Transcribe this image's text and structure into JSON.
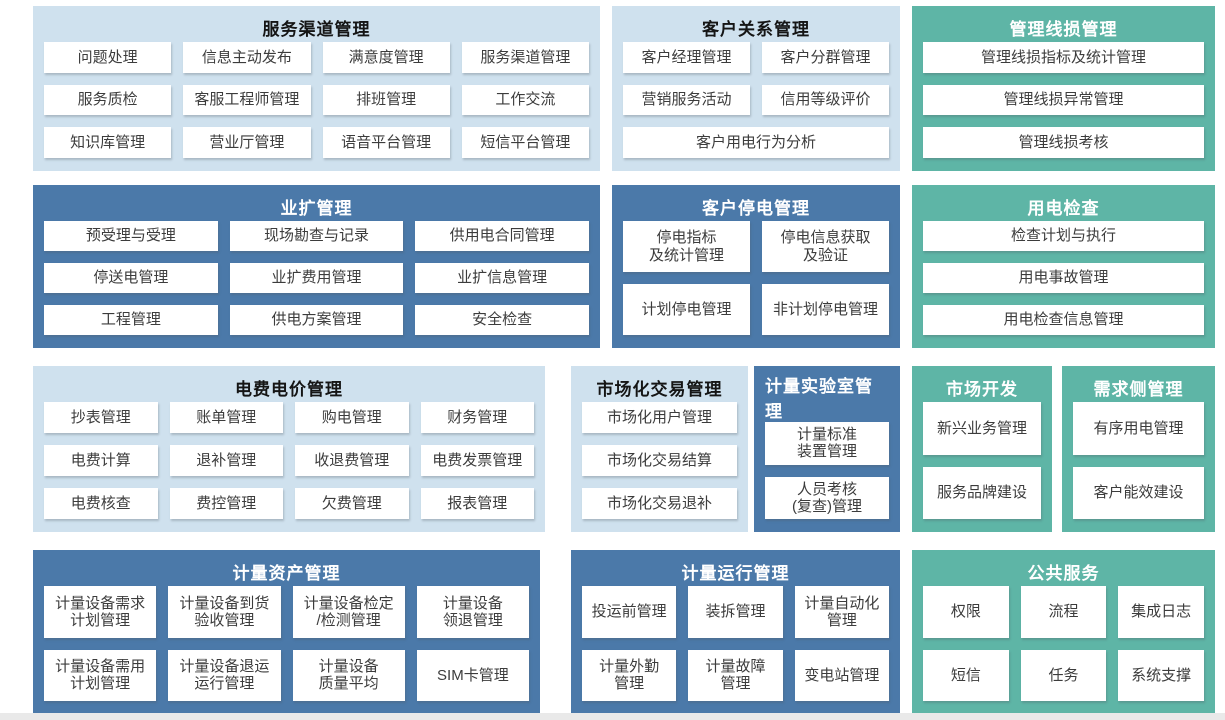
{
  "colors": {
    "light_blue_block": "#cfe1ee",
    "dark_blue_block": "#4b79a9",
    "teal_block": "#5eb5a6",
    "cell_background": "#ffffff",
    "cell_text": "#3c3c3c",
    "light_title_text": "#151515",
    "dark_title_text": "#ffffff"
  },
  "blocks": [
    {
      "title": "服务渠道管理",
      "theme": "light",
      "rows": [
        [
          "问题处理",
          "信息主动发布",
          "满意度管理",
          "服务渠道管理"
        ],
        [
          "服务质检",
          "客服工程师管理",
          "排班管理",
          "工作交流"
        ],
        [
          "知识库管理",
          "营业厅管理",
          "语音平台管理",
          "短信平台管理"
        ]
      ]
    },
    {
      "title": "客户关系管理",
      "theme": "light",
      "rows": [
        [
          "客户经理管理",
          "客户分群管理"
        ],
        [
          "营销服务活动",
          "信用等级评价"
        ],
        [
          "客户用电行为分析"
        ]
      ]
    },
    {
      "title": "管理线损管理",
      "theme": "teal",
      "rows": [
        [
          "管理线损指标及统计管理"
        ],
        [
          "管理线损异常管理"
        ],
        [
          "管理线损考核"
        ]
      ]
    },
    {
      "title": "业扩管理",
      "theme": "dark",
      "rows": [
        [
          "预受理与受理",
          "现场勘查与记录",
          "供用电合同管理"
        ],
        [
          "停送电管理",
          "业扩费用管理",
          "业扩信息管理"
        ],
        [
          "工程管理",
          "供电方案管理",
          "安全检查"
        ]
      ]
    },
    {
      "title": "客户停电管理",
      "theme": "dark",
      "rows": [
        [
          "停电指标\n及统计管理",
          "停电信息获取\n及验证"
        ],
        [
          "计划停电管理",
          "非计划停电管理"
        ]
      ]
    },
    {
      "title": "用电检查",
      "theme": "teal",
      "rows": [
        [
          "检查计划与执行"
        ],
        [
          "用电事故管理"
        ],
        [
          "用电检查信息管理"
        ]
      ]
    },
    {
      "title": "电费电价管理",
      "theme": "light",
      "rows": [
        [
          "抄表管理",
          "账单管理",
          "购电管理",
          "财务管理"
        ],
        [
          "电费计算",
          "退补管理",
          "收退费管理",
          "电费发票管理"
        ],
        [
          "电费核查",
          "费控管理",
          "欠费管理",
          "报表管理"
        ]
      ]
    },
    {
      "title": "市场化交易管理",
      "theme": "light",
      "rows": [
        [
          "市场化用户管理"
        ],
        [
          "市场化交易结算"
        ],
        [
          "市场化交易退补"
        ]
      ]
    },
    {
      "title": "计量实验室管理",
      "theme": "dark",
      "rows": [
        [
          "计量标准\n装置管理"
        ],
        [
          "人员考核\n(复查)管理"
        ]
      ]
    },
    {
      "title": "市场开发",
      "theme": "teal",
      "rows": [
        [
          "新兴业务管理"
        ],
        [
          "服务品牌建设"
        ]
      ]
    },
    {
      "title": "需求侧管理",
      "theme": "teal",
      "rows": [
        [
          "有序用电管理"
        ],
        [
          "客户能效建设"
        ]
      ]
    },
    {
      "title": "计量资产管理",
      "theme": "dark",
      "rows": [
        [
          "计量设备需求\n计划管理",
          "计量设备到货\n验收管理",
          "计量设备检定\n/检测管理",
          "计量设备\n领退管理"
        ],
        [
          "计量设备需用\n计划管理",
          "计量设备退运\n运行管理",
          "计量设备\n质量平均",
          "SIM卡管理"
        ]
      ]
    },
    {
      "title": "计量运行管理",
      "theme": "dark",
      "rows": [
        [
          "投运前管理",
          "装拆管理",
          "计量自动化\n管理"
        ],
        [
          "计量外勤\n管理",
          "计量故障\n管理",
          "变电站管理"
        ]
      ]
    },
    {
      "title": "公共服务",
      "theme": "teal",
      "rows": [
        [
          "权限",
          "流程",
          "集成日志"
        ],
        [
          "短信",
          "任务",
          "系统支撑"
        ]
      ]
    }
  ]
}
